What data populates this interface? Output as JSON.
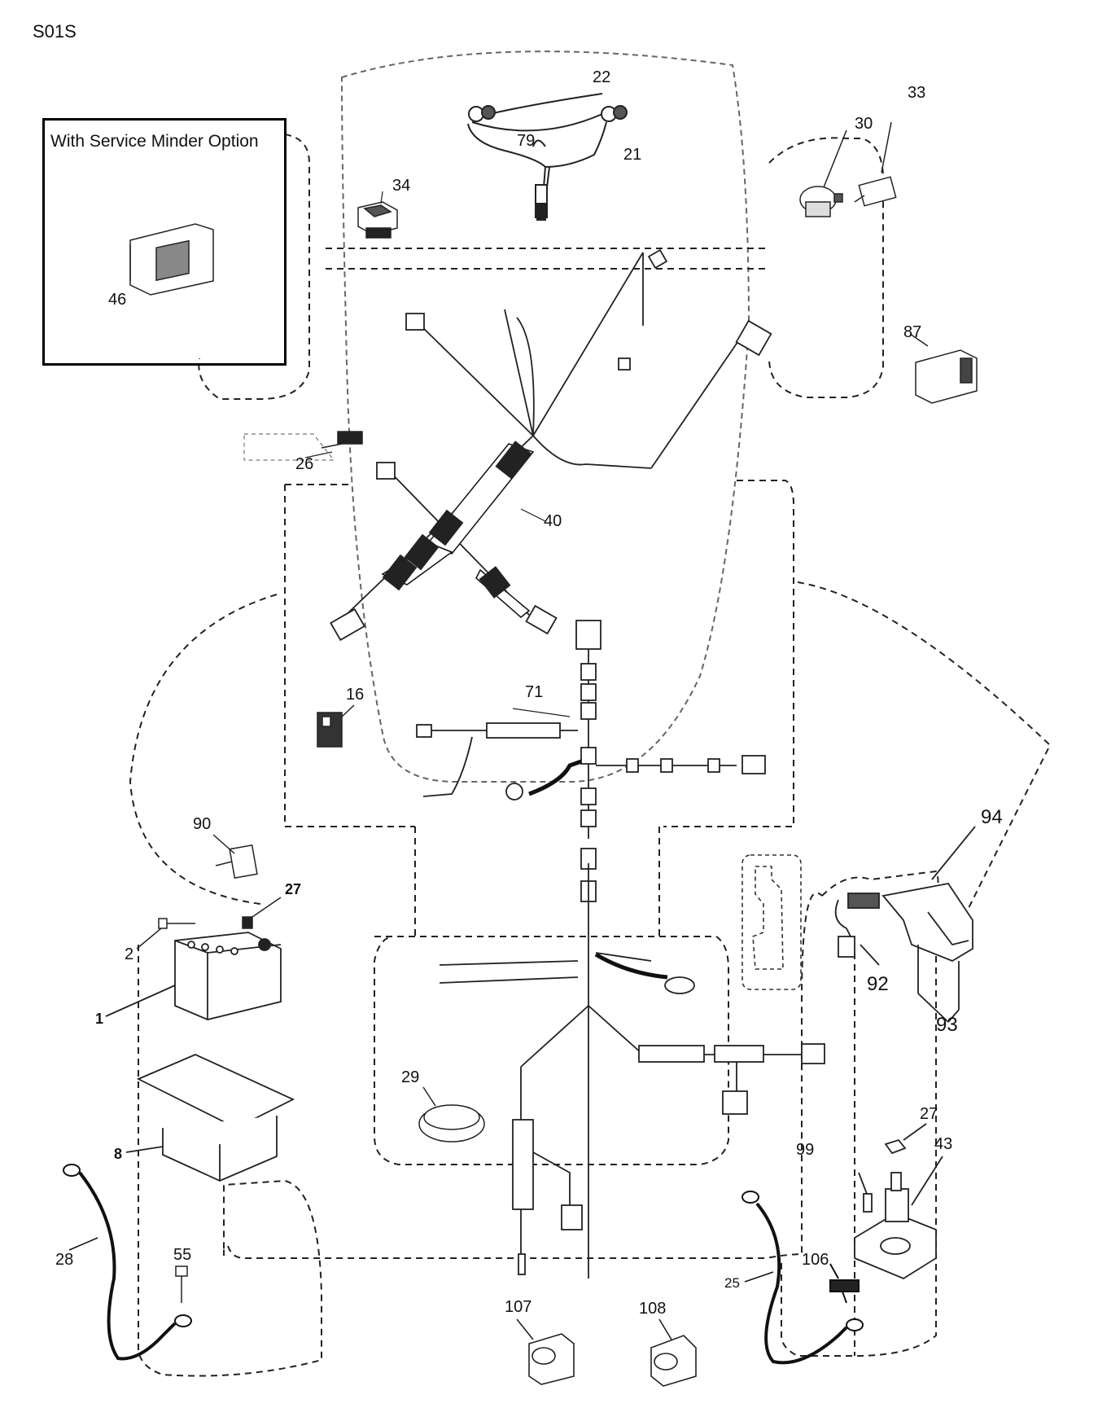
{
  "page_code": "S01S",
  "inset": {
    "title": "With Service Minder Option",
    "part": "46"
  },
  "callouts": [
    {
      "id": "c22",
      "text": "22"
    },
    {
      "id": "c79",
      "text": "79"
    },
    {
      "id": "c21",
      "text": "21"
    },
    {
      "id": "c34",
      "text": "34"
    },
    {
      "id": "c30",
      "text": "30"
    },
    {
      "id": "c33",
      "text": "33"
    },
    {
      "id": "c87",
      "text": "87"
    },
    {
      "id": "c26",
      "text": "26"
    },
    {
      "id": "c40",
      "text": "40"
    },
    {
      "id": "c71",
      "text": "71"
    },
    {
      "id": "c16",
      "text": "16"
    },
    {
      "id": "c90",
      "text": "90"
    },
    {
      "id": "c27a",
      "text": "27"
    },
    {
      "id": "c2",
      "text": "2"
    },
    {
      "id": "c1",
      "text": "1"
    },
    {
      "id": "c8",
      "text": "8"
    },
    {
      "id": "c94",
      "text": "94"
    },
    {
      "id": "c92",
      "text": "92"
    },
    {
      "id": "c93",
      "text": "93"
    },
    {
      "id": "c29",
      "text": "29"
    },
    {
      "id": "c99",
      "text": "99"
    },
    {
      "id": "c27b",
      "text": "27"
    },
    {
      "id": "c43",
      "text": "43"
    },
    {
      "id": "c28",
      "text": "28"
    },
    {
      "id": "c55",
      "text": "55"
    },
    {
      "id": "c106",
      "text": "106"
    },
    {
      "id": "c25",
      "text": "25"
    },
    {
      "id": "c107",
      "text": "107"
    },
    {
      "id": "c108",
      "text": "108"
    }
  ]
}
